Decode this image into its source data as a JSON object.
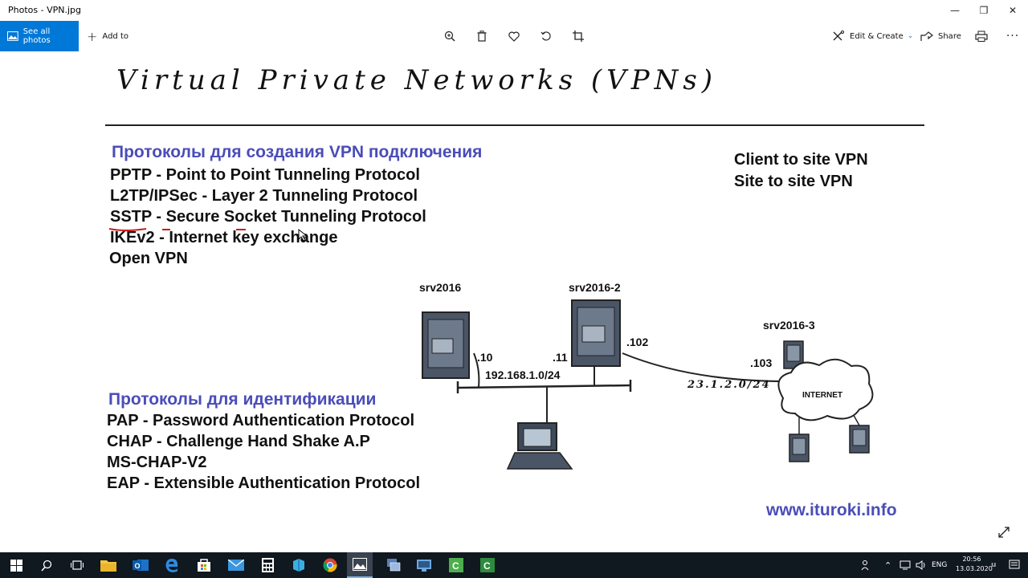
{
  "window": {
    "title": "Photos - VPN.jpg",
    "minimize": "—",
    "restore": "❐",
    "close": "✕"
  },
  "toolbar": {
    "see_all": "See all photos",
    "add_to": "Add to",
    "edit_create": "Edit & Create",
    "share": "Share"
  },
  "slide": {
    "title": "Virtual Private Networks (VPNs)",
    "heading_vpn": "Протоколы для создания VPN подключения",
    "vpn_protocols": [
      "PPTP - Point to Point Tunneling Protocol",
      "L2TP/IPSec - Layer 2 Tunneling Protocol",
      "SSTP - Secure Socket Tunneling Protocol",
      "IKEv2 - Internet key exchange",
      "Open VPN"
    ],
    "vpn_types": [
      "Client to site VPN",
      "Site to site VPN"
    ],
    "heading_auth": "Протоколы для идентификации",
    "auth_protocols": [
      "PAP - Password Authentication Protocol",
      "CHAP - Challenge Hand Shake A.P",
      "MS-CHAP-V2",
      "EAP - Extensible Authentication Protocol"
    ],
    "diagram": {
      "srv1": "srv2016",
      "srv2": "srv2016-2",
      "srv3": "srv2016-3",
      "ip_10": ".10",
      "ip_11": ".11",
      "ip_102": ".102",
      "ip_103": ".103",
      "lan": "192.168.1.0/24",
      "wan": "23.1.2.0/24",
      "internet": "INTERNET"
    },
    "url": "www.ituroki.info"
  },
  "taskbar": {
    "lang": "ENG",
    "time": "20:56",
    "date": "13.03.2020"
  },
  "colors": {
    "accent": "#0078d7",
    "heading": "#4a4db8",
    "taskbar": "#101820"
  }
}
